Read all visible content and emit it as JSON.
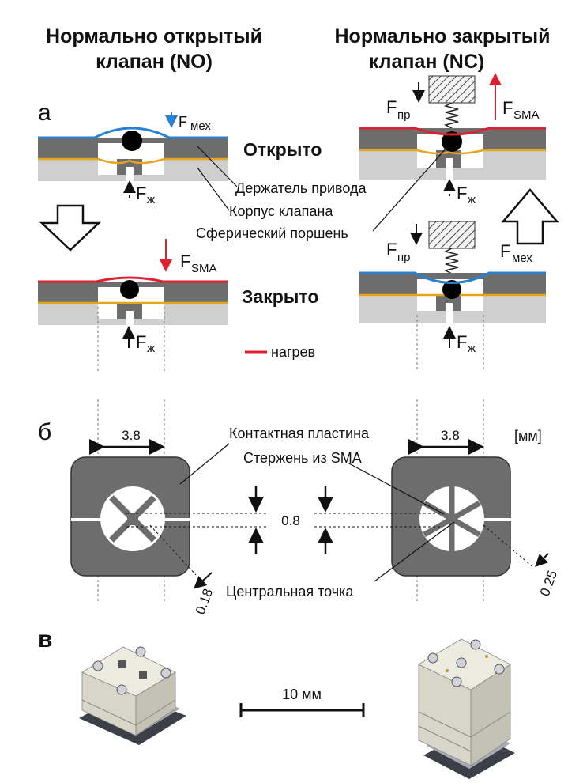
{
  "headers": {
    "no_line1": "Нормально открытый",
    "no_line2": "клапан (NO)",
    "nc_line1": "Нормально закрытый",
    "nc_line2": "клапан (NC)"
  },
  "panels": {
    "a": "а",
    "b": "б",
    "c": "в"
  },
  "states": {
    "open": "Открыто",
    "closed": "Закрыто"
  },
  "callouts": {
    "actuator_holder": "Держатель привода",
    "valve_body": "Корпус клапана",
    "spherical_piston": "Сферический поршень",
    "contact_plate": "Контактная пластина",
    "sma_rod": "Стержень из SMA",
    "center_point": "Центральная точка"
  },
  "forces": {
    "f_label": "F",
    "mech": "мех",
    "sma": "SMA",
    "fluid": "ж",
    "spring": "пр"
  },
  "legend": {
    "heating": "нагрев"
  },
  "dimensions": {
    "width_no": "3.8",
    "width_nc": "3.8",
    "units": "[мм]",
    "gap": "0.8",
    "slot_no": "0.18",
    "slot_nc": "0.25"
  },
  "scale_bar": {
    "label": "10 мм"
  },
  "colors": {
    "heating": "#e02030",
    "membrane_cold": "#2a80d0",
    "seal": "#e6a51e",
    "dark_gray": "#6d6d6d",
    "light_gray": "#cfcfcf"
  }
}
